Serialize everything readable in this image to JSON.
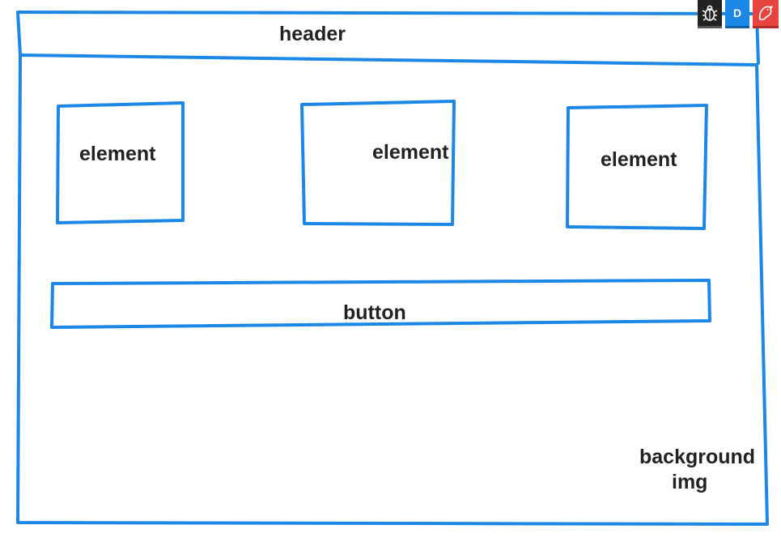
{
  "labels": {
    "header": "header",
    "element_1": "element",
    "element_2": "element",
    "element_3": "element",
    "button": "button",
    "background_line1": "background",
    "background_line2": "img"
  },
  "toolbar": {
    "badge_letter": "D",
    "icons": [
      "bug-icon",
      "letter-d-badge",
      "bird-icon"
    ]
  },
  "colors": {
    "stroke": "#1b87e6",
    "text": "#222222",
    "bug_bg": "#222222",
    "d_bg": "#1b87e6",
    "bird_bg": "#e8443f"
  }
}
